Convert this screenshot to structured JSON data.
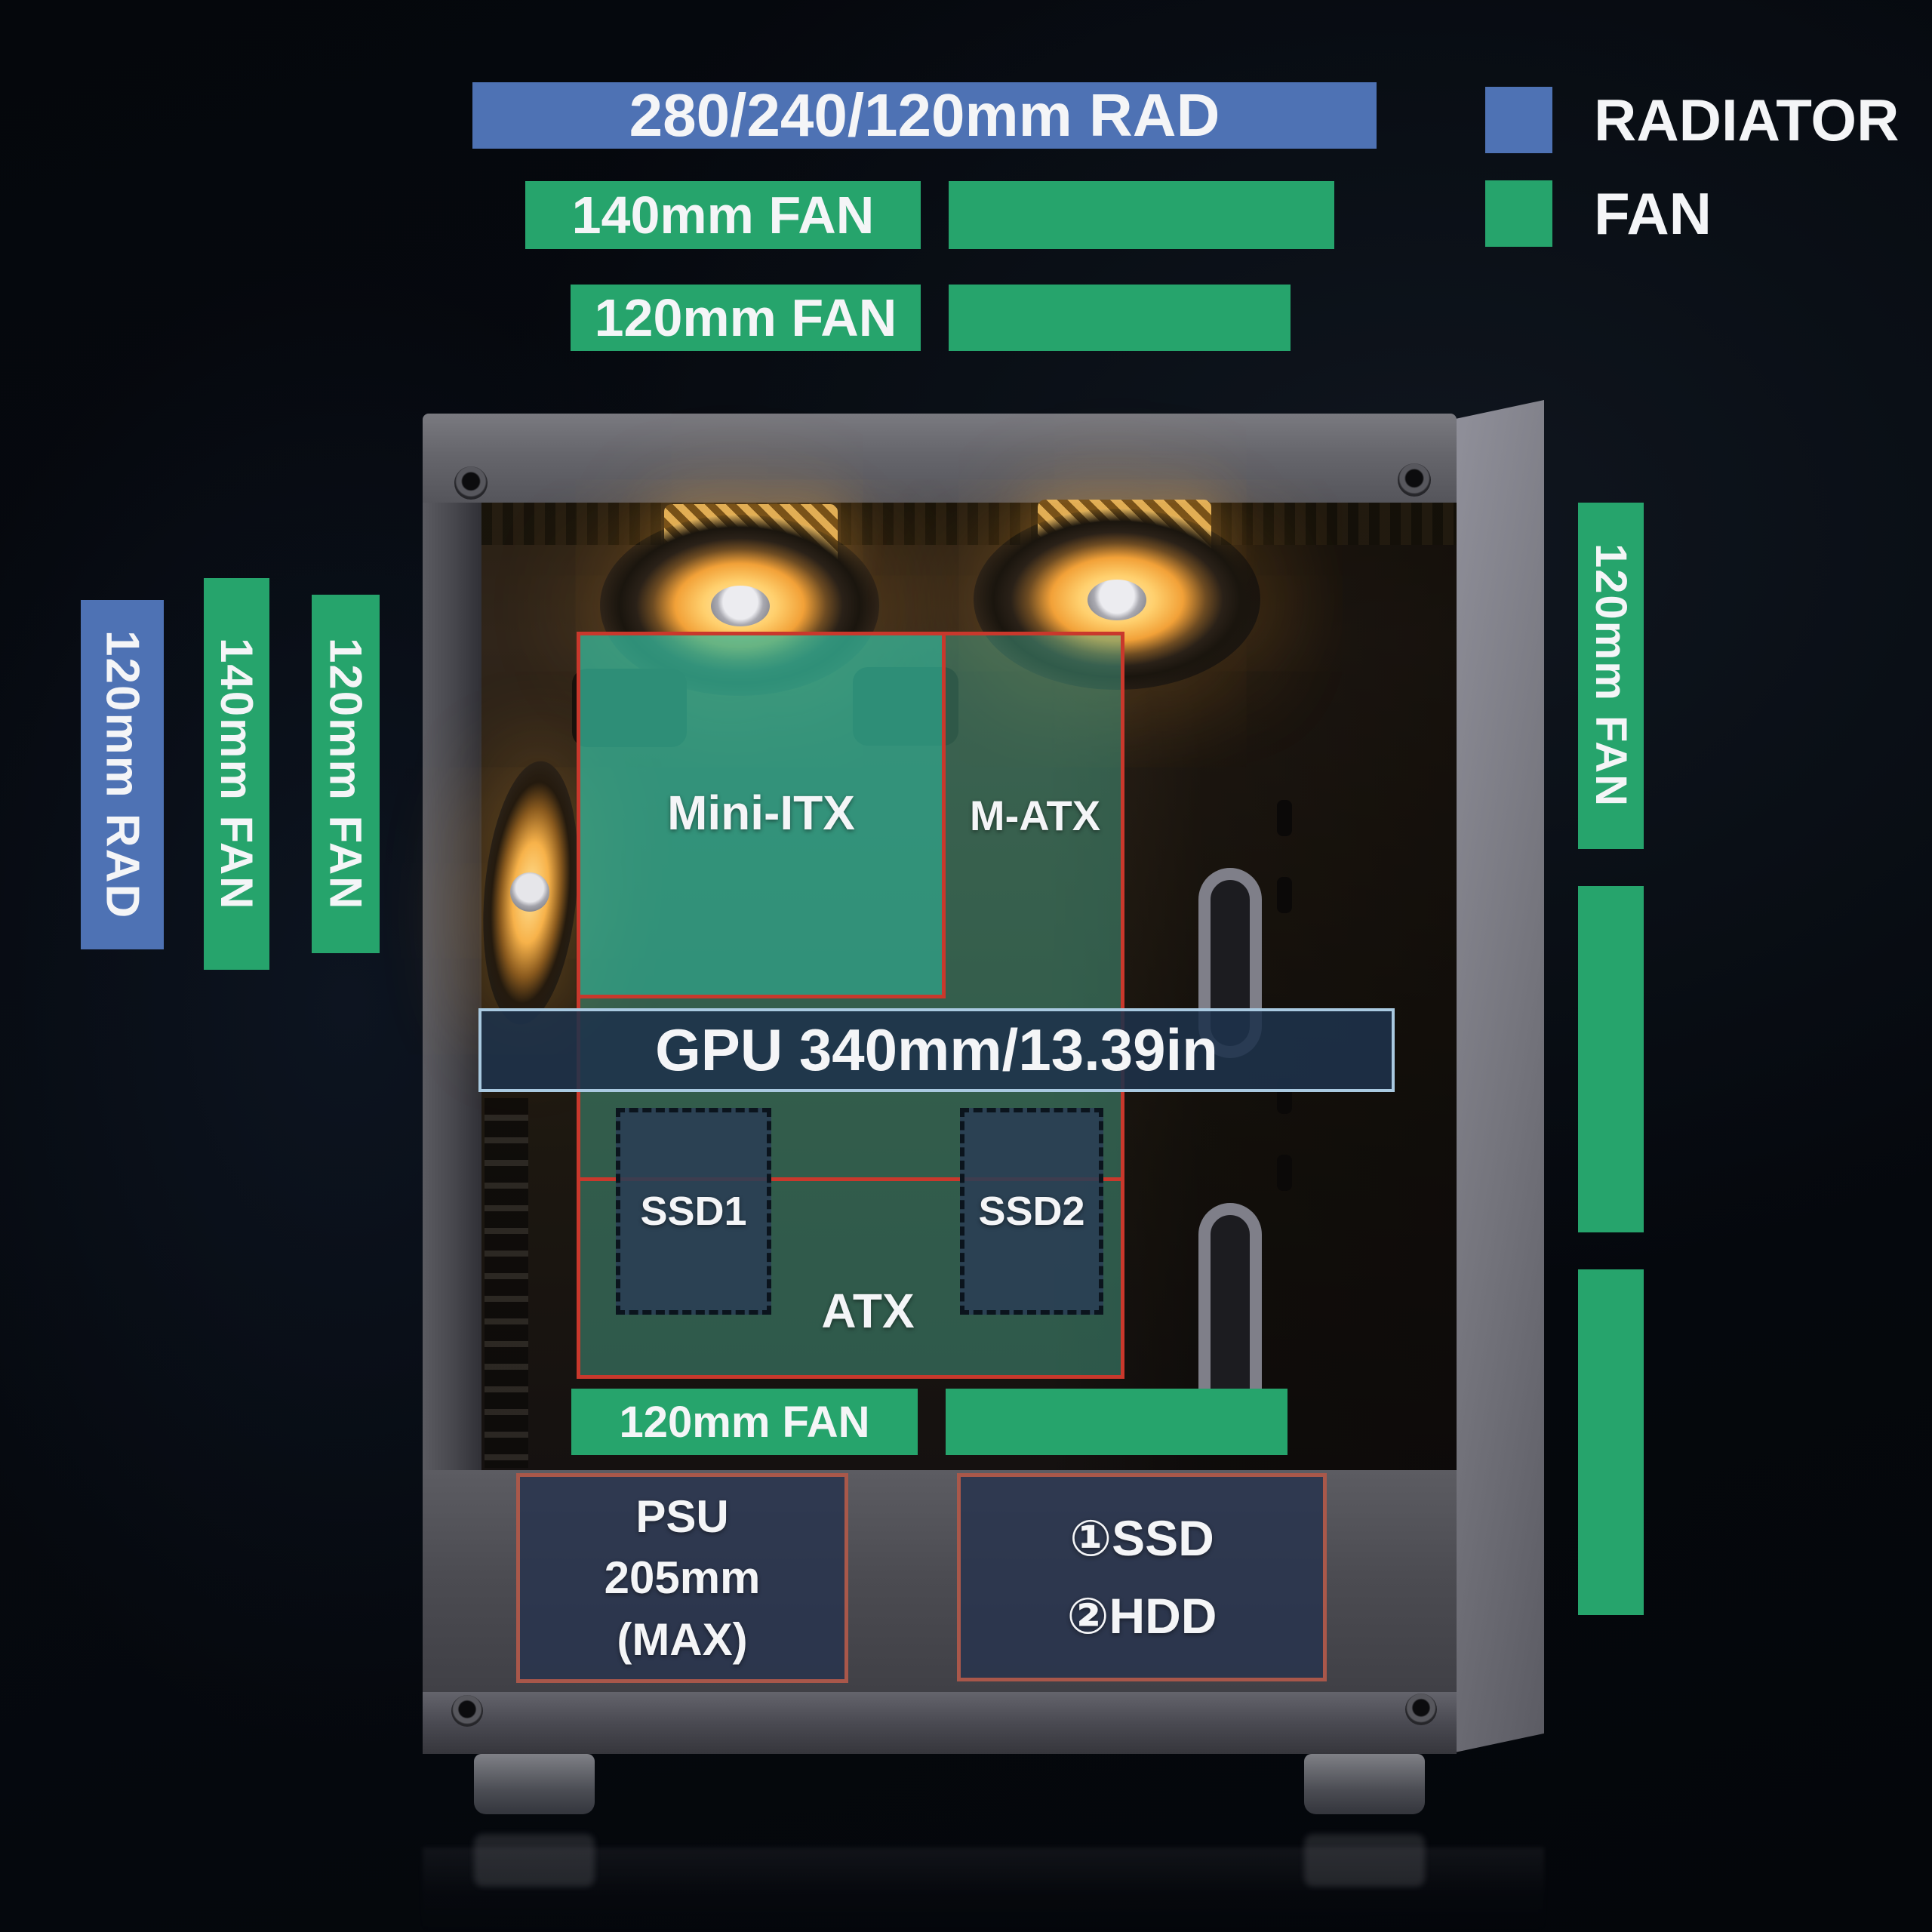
{
  "colors": {
    "radiator_blue": "#4e72b4",
    "fan_green": "#26a46c",
    "outline_red": "#c9382c",
    "gpu_border": "#a9c9e0",
    "text_white": "#f4f5f7"
  },
  "legend": {
    "radiator": "RADIATOR",
    "fan": "FAN"
  },
  "top": {
    "rad": "280/240/120mm RAD",
    "fan140": "140mm FAN",
    "fan120": "120mm FAN"
  },
  "left": {
    "rad": "120mm RAD",
    "fan140": "140mm FAN",
    "fan120": "120mm FAN"
  },
  "right": {
    "fan120": "120mm FAN"
  },
  "case": {
    "mini_itx": "Mini-ITX",
    "m_atx": "M-ATX",
    "atx": "ATX",
    "gpu": "GPU 340mm/13.39in",
    "ssd1": "SSD1",
    "ssd2": "SSD2",
    "bottom_fan": "120mm FAN",
    "psu": {
      "line1": "PSU",
      "line2": "205mm",
      "line3": "(MAX)"
    },
    "drives": {
      "line1": "①SSD",
      "line2": "②HDD"
    }
  }
}
